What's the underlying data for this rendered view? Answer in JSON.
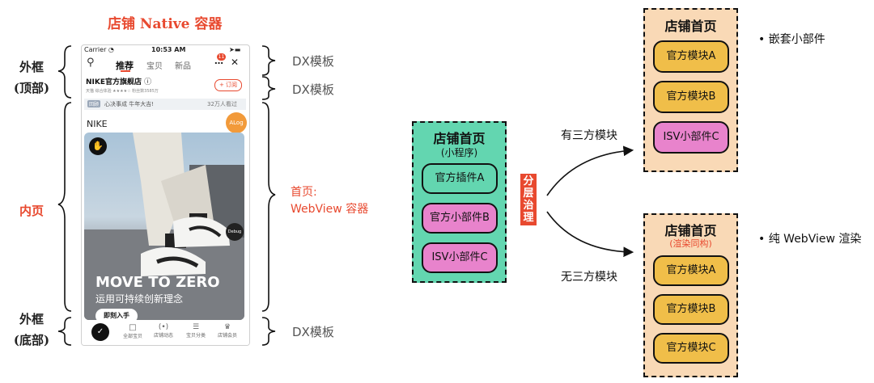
{
  "left": {
    "title": "店铺 Native 容器",
    "outer_top_label": [
      "外框",
      "(顶部)"
    ],
    "inner_label": "内页",
    "outer_bottom_label": [
      "外框",
      "(底部)"
    ],
    "dx_labels": [
      "DX模板",
      "DX模板",
      "DX模板"
    ],
    "webview_label": [
      "首页:",
      "WebView 容器"
    ]
  },
  "phone": {
    "carrier": "Carrier",
    "time": "10:53 AM",
    "tabs": [
      "推荐",
      "宝贝",
      "新品"
    ],
    "badge": "11",
    "store_name": "NIKE官方旗舰店",
    "store_meta": "天猫  综合体验 ★★★★☆  粉丝数3585万",
    "follow": "+ 订阅",
    "notice_tag": "回顾",
    "notice_text": "心决事成 牛年大吉!",
    "notice_count": "32万人看过",
    "brand": "NIKE",
    "alog": "ALog",
    "debug": "Debug",
    "headline": "MOVE TO ZERO",
    "subhead": "运用可持续创新理念",
    "cta": "即刻入手",
    "nav": [
      "全部宝贝",
      "店铺动态",
      "宝贝分类",
      "店铺会员"
    ]
  },
  "center": {
    "title": "店铺首页",
    "subtitle": "(小程序)",
    "modules": [
      "官方插件A",
      "官方小部件B",
      "ISV小部件C"
    ],
    "divider": "分层治理",
    "with_third": "有三方模块",
    "without_third": "无三方模块"
  },
  "right_top": {
    "title": "店铺首页",
    "modules": [
      "官方模块A",
      "官方模块B",
      "ISV小部件C"
    ],
    "bullet": "嵌套小部件"
  },
  "right_bottom": {
    "title": "店铺首页",
    "subtitle": "(渲染同构)",
    "modules": [
      "官方模块A",
      "官方模块B",
      "官方模块C"
    ],
    "bullet": "纯 WebView 渲染"
  },
  "colors": {
    "red": "#e8492f",
    "green": "#63d6b0",
    "pink": "#e883cc",
    "yellow": "#f0be49",
    "peach": "#f9d9b6"
  }
}
